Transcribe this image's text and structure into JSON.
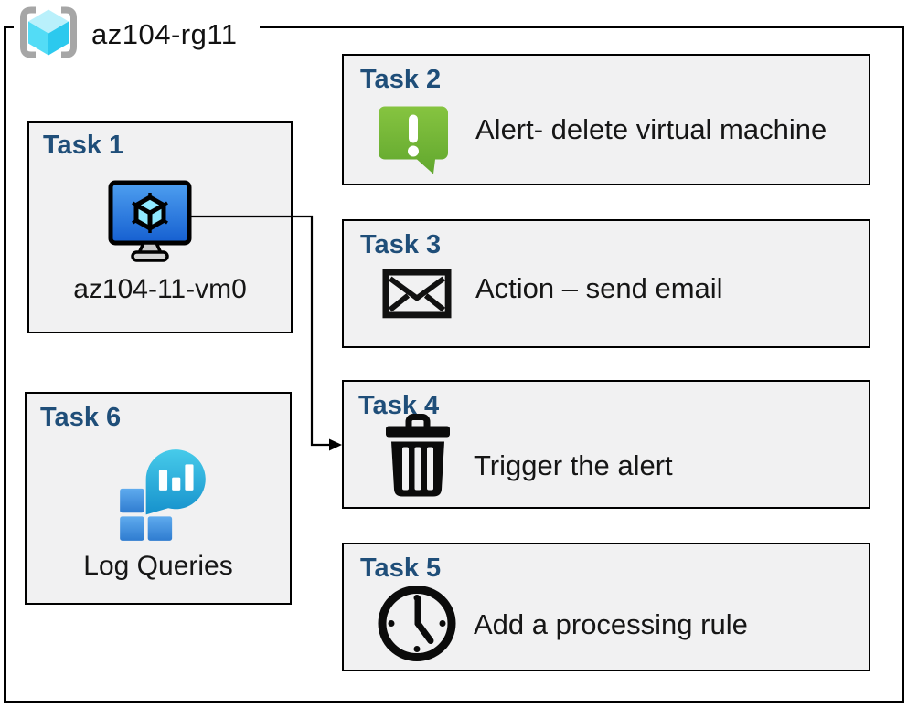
{
  "resource_group": {
    "name": "az104-rg11",
    "icon": "resource-group-icon"
  },
  "tasks": [
    {
      "header": "Task 1",
      "label": "az104-11-vm0",
      "icon": "virtual-machine-icon"
    },
    {
      "header": "Task 2",
      "label": "Alert- delete virtual machine",
      "icon": "alert-message-icon"
    },
    {
      "header": "Task 3",
      "label": "Action – send email",
      "icon": "email-envelope-icon"
    },
    {
      "header": "Task 4",
      "label": "Trigger the alert",
      "icon": "trash-icon"
    },
    {
      "header": "Task 5",
      "label": "Add a processing rule",
      "icon": "clock-icon"
    },
    {
      "header": "Task 6",
      "label": "Log Queries",
      "icon": "log-queries-icon"
    }
  ],
  "connector": {
    "from": "Task 1",
    "to": "Task 4"
  },
  "colors": {
    "header_text": "#1F4E79",
    "box_fill": "#F1F1F2",
    "box_border": "#000000",
    "alert_green_top": "#86C440",
    "alert_green_bottom": "#61A72E",
    "vm_screen_top": "#4E9FF0",
    "vm_screen_bottom": "#155FD0",
    "cube_cyan": "#8FE9FF",
    "bracket_gray": "#A6A6A6",
    "rg_cube_top": "#B9F0FB",
    "rg_cube_left": "#53DCF6",
    "rg_cube_right": "#2CC9EE",
    "log_bubble_top": "#47CBEA",
    "log_bubble_bottom": "#1691CC",
    "log_square_top": "#5FABEE",
    "log_square_bottom": "#2F7CD0"
  }
}
